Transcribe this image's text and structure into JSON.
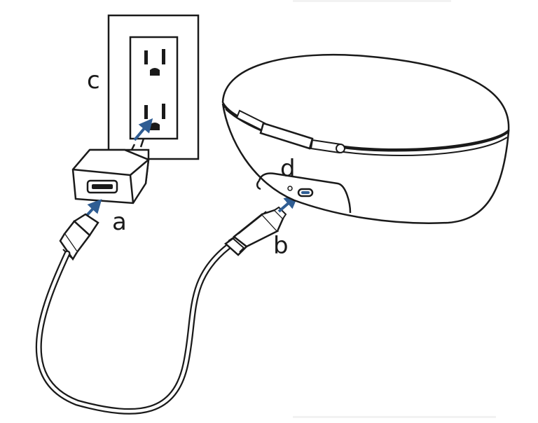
{
  "labels": {
    "a": "a",
    "b": "b",
    "c": "c",
    "d": "d"
  },
  "colors": {
    "line": "#1a1a1a",
    "arrow": "#2f5d93",
    "fill": "#ffffff"
  },
  "icons": {
    "wall_outlet": "wall-outlet-icon",
    "power_adapter": "usb-power-adapter-icon",
    "cable": "usb-cable-icon",
    "charging_case": "earbuds-charging-case-icon"
  }
}
